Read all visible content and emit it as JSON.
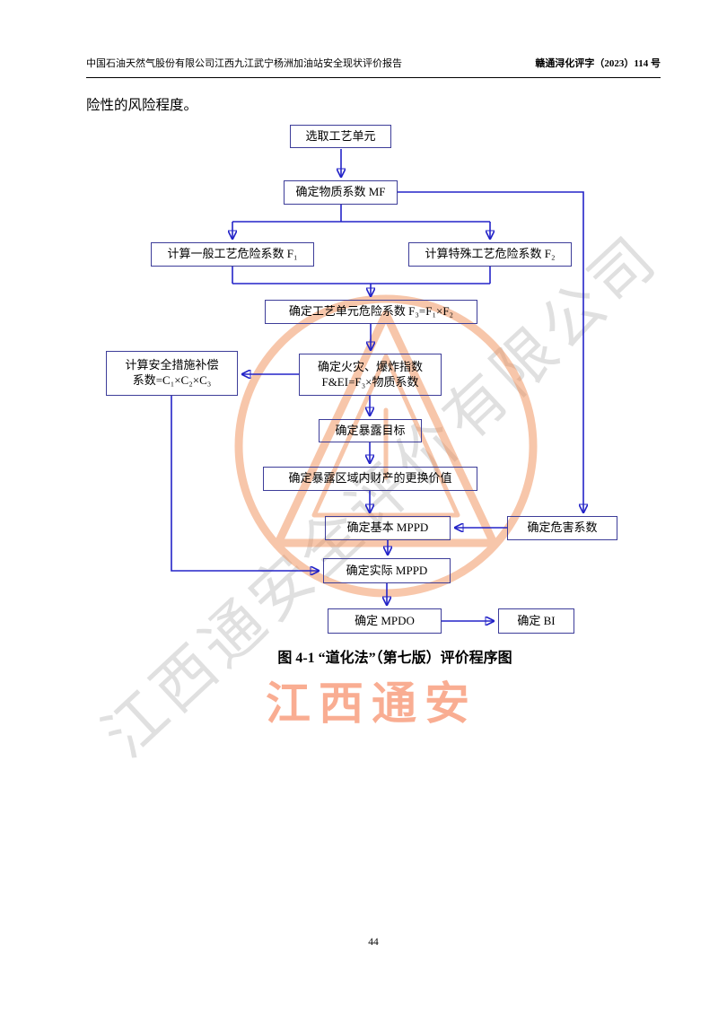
{
  "page": {
    "header_left": "中国石油天然气股份有限公司江西九江武宁杨洲加油站安全现状评价报告",
    "header_right": "赣通浔化评字（2023）114 号",
    "intro_text": "险性的风险程度。",
    "caption": "图 4-1    “道化法”（第七版）评价程序图",
    "page_number": "44"
  },
  "flowchart": {
    "nodes": {
      "select_unit": "选取工艺单元",
      "mf": "确定物质系数 MF",
      "f1": "计算一般工艺危险系数 F₁",
      "f2": "计算特殊工艺危险系数 F₂",
      "f3": "确定工艺单元危险系数 F₃=F₁×F₂",
      "compensation": "计算安全措施补偿\n系数=C₁×C₂×C₃",
      "fei": "确定火灾、爆炸指数\nF&EI=F₃×物质系数",
      "exposure_target": "确定暴露目标",
      "replacement_value": "确定暴露区域内财产的更换价值",
      "base_mppd": "确定基本 MPPD",
      "hazard_factor": "确定危害系数",
      "actual_mppd": "确定实际 MPPD",
      "mpdo": "确定 MPDO",
      "bi": "确定 BI"
    }
  },
  "watermark": {
    "diagonal_text": "江西通安全评价有限公司",
    "stamp_text": "江西通安"
  },
  "colors": {
    "arrow_color": "#2424c8",
    "box_border": "#3d3d99",
    "logo_orange": "#f08a50"
  }
}
